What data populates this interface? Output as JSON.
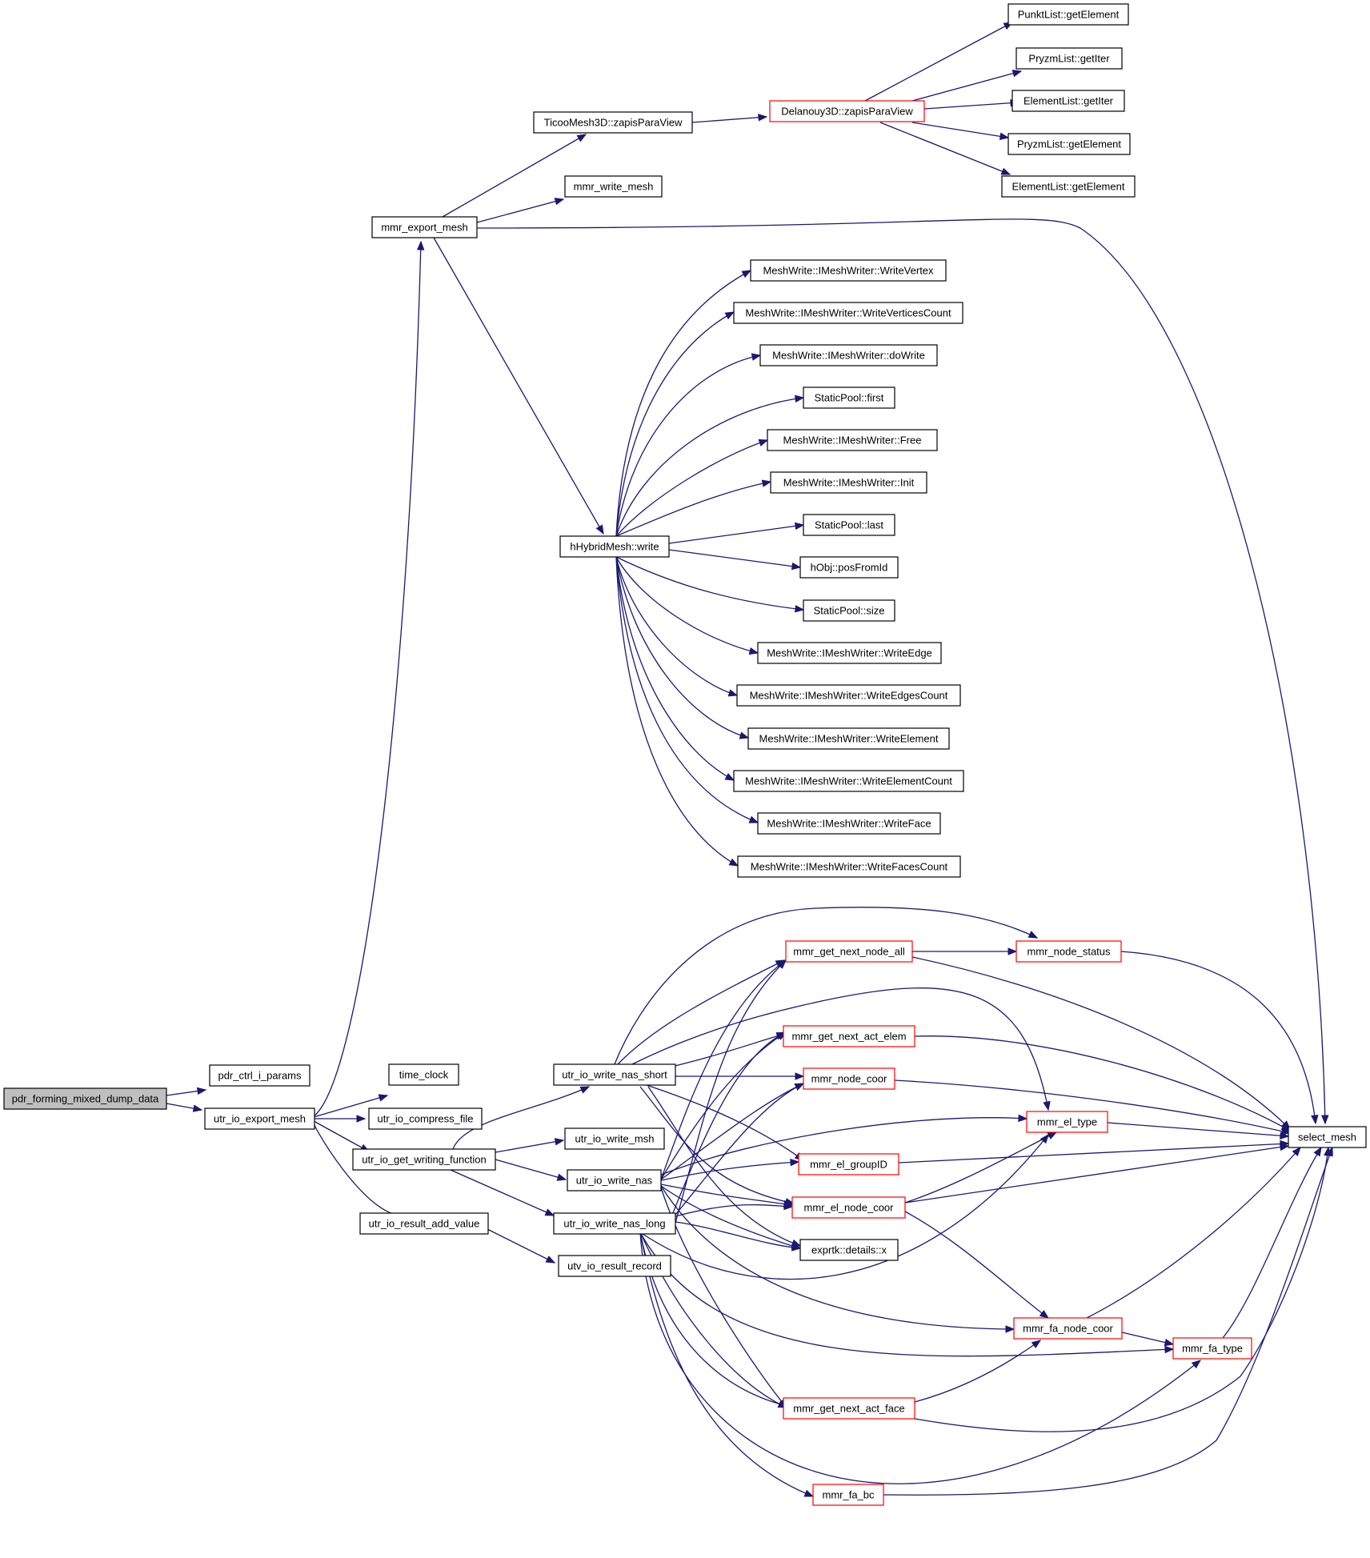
{
  "diagram": {
    "colors": {
      "edge": "#191970",
      "border": "#000000",
      "highlight_border": "#ff0000",
      "root_fill": "#bfbfbf"
    },
    "nodes": {
      "root": "pdr_forming_mixed_dump_data",
      "pdr_ctrl": "pdr_ctrl_i_params",
      "export_mesh": "utr_io_export_mesh",
      "mmr_export": "mmr_export_mesh",
      "time_clock": "time_clock",
      "compress": "utr_io_compress_file",
      "get_writing": "utr_io_get_writing_function",
      "add_value": "utr_io_result_add_value",
      "ticoo": "TicooMesh3D::zapisParaView",
      "mmr_write_mesh": "mmr_write_mesh",
      "hhybrid": "hHybridMesh::write",
      "delanouy": "Delanouy3D::zapisParaView",
      "punkt_get": "PunktList::getElement",
      "pryzm_iter": "PryzmList::getIter",
      "elem_iter": "ElementList::getIter",
      "pryzm_get": "PryzmList::getElement",
      "elem_get": "ElementList::getElement",
      "w_vertex": "MeshWrite::IMeshWriter::WriteVertex",
      "w_vcount": "MeshWrite::IMeshWriter::WriteVerticesCount",
      "w_dowrite": "MeshWrite::IMeshWriter::doWrite",
      "sp_first": "StaticPool::first",
      "w_free": "MeshWrite::IMeshWriter::Free",
      "w_init": "MeshWrite::IMeshWriter::Init",
      "sp_last": "StaticPool::last",
      "hobj": "hObj::posFromId",
      "sp_size": "StaticPool::size",
      "w_edge": "MeshWrite::IMeshWriter::WriteEdge",
      "w_ecount": "MeshWrite::IMeshWriter::WriteEdgesCount",
      "w_elem": "MeshWrite::IMeshWriter::WriteElement",
      "w_elcount": "MeshWrite::IMeshWriter::WriteElementCount",
      "w_face": "MeshWrite::IMeshWriter::WriteFace",
      "w_fcount": "MeshWrite::IMeshWriter::WriteFacesCount",
      "nas_short": "utr_io_write_nas_short",
      "write_msh": "utr_io_write_msh",
      "write_nas": "utr_io_write_nas",
      "nas_long": "utr_io_write_nas_long",
      "result_record": "utv_io_result_record",
      "next_node": "mmr_get_next_node_all",
      "node_status": "mmr_node_status",
      "next_elem": "mmr_get_next_act_elem",
      "node_coor": "mmr_node_coor",
      "el_type": "mmr_el_type",
      "el_group": "mmr_el_groupID",
      "el_node_coor": "mmr_el_node_coor",
      "exprtk": "exprtk::details::x",
      "fa_node_coor": "mmr_fa_node_coor",
      "fa_type": "mmr_fa_type",
      "next_face": "mmr_get_next_act_face",
      "fa_bc": "mmr_fa_bc",
      "select_mesh": "select_mesh"
    }
  }
}
